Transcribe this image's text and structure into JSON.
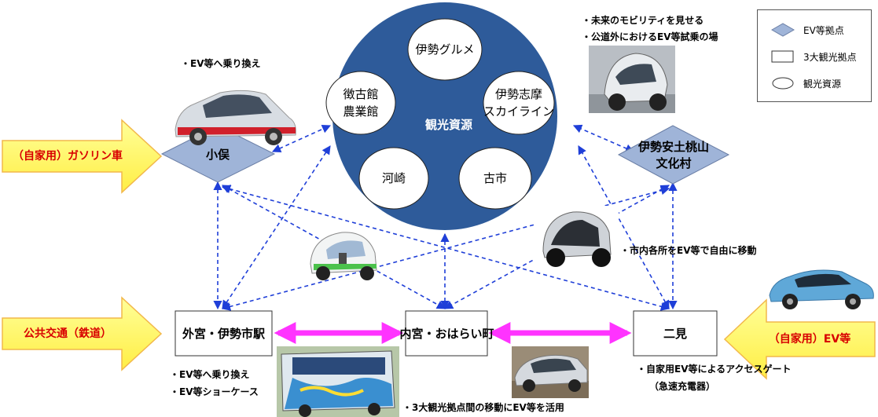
{
  "central": {
    "label": "観光資源",
    "resources": [
      {
        "id": "gourmet",
        "lines": [
          "伊勢グルメ"
        ]
      },
      {
        "id": "choukokan",
        "lines": [
          "徴古館",
          "農業館"
        ]
      },
      {
        "id": "skyline",
        "lines": [
          "伊勢志摩",
          "スカイライン"
        ]
      },
      {
        "id": "kawasaki",
        "lines": [
          "河崎"
        ]
      },
      {
        "id": "furuichi",
        "lines": [
          "古市"
        ]
      }
    ]
  },
  "nodes": {
    "obata": "小俣",
    "bunkamura": [
      "伊勢安土桃山",
      "文化村"
    ],
    "geku": "外宮・伊勢市駅",
    "naiku": "内宮・おはらい町",
    "futami": "二見"
  },
  "arrows": {
    "gasoline": "（自家用）ガソリン車",
    "public": "公共交通（鉄道）",
    "ev_private": "（自家用）EV等"
  },
  "notes": {
    "obata_transfer": "・EV等へ乗り換え",
    "future_1": "・未来のモビリティを見せる",
    "future_2": "・公道外におけるEV等試乗の場",
    "city_move": "・市内各所をEV等で自由に移動",
    "geku_1": "・EV等へ乗り換え",
    "geku_2": "・EV等ショーケース",
    "hubs_move": "・3大観光拠点間の移動にEV等を活用",
    "futami_1": "・自家用EV等によるアクセスゲート",
    "futami_2": "（急速充電器）"
  },
  "legend": {
    "items": [
      {
        "shape": "diamond",
        "label": "EV等拠点"
      },
      {
        "shape": "rectangle",
        "label": "3大観光拠点"
      },
      {
        "shape": "ellipse",
        "label": "観光資源"
      }
    ]
  },
  "colors": {
    "circle": "#2e5b9a",
    "diamond": "#9fb4d8",
    "dash": "#1f3fd8",
    "magenta": "#ff33ff",
    "arrow_fill": "#ffff66",
    "arrow_edge": "#f2b84b",
    "arrow_text": "#d80000"
  }
}
